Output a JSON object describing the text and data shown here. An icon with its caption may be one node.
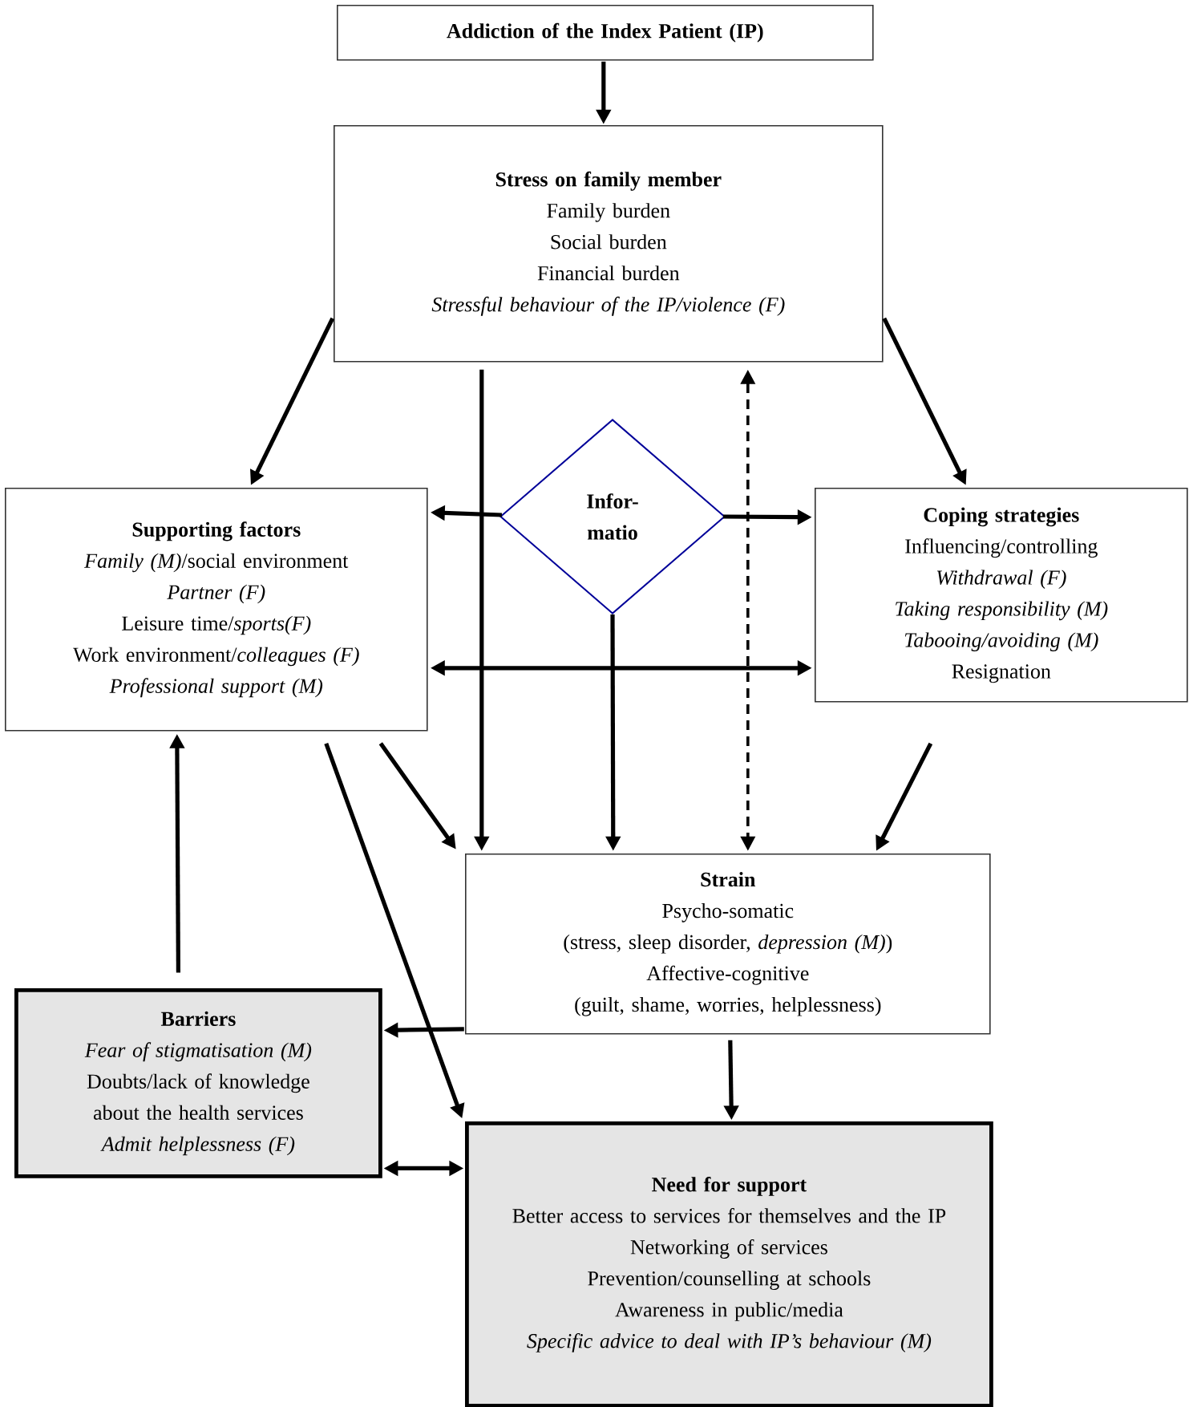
{
  "diagram": {
    "nodes": [
      {
        "text": [
          "Addiction of the Index Patient (IP)"
        ]
      },
      {
        "text": [
          "Stress on family member",
          "Family burden",
          "Social burden",
          "Financial burden",
          "*Stressful behaviour of the IP/violence (F)*"
        ]
      },
      {
        "text": [
          "Supporting factors",
          "*Family (M)*/social environment",
          "*Partner (F)*",
          "Leisure time/*sports(F)*",
          "Work environment/*colleagues (F)*",
          "*Professional support (M)*"
        ]
      },
      {
        "text": [
          "Infor- matio"
        ]
      },
      {
        "text": [
          "Coping strategies",
          "Influencing/controlling",
          "*Withdrawal (F)*",
          "*Taking responsibility (M)*",
          "*Tabooing/avoiding (M)*",
          "Resignation"
        ]
      },
      {
        "text": [
          "Strain",
          "Psycho-somatic",
          "(stress, sleep disorder, *depression (M)*)",
          "Affective-cognitive",
          "(guilt, shame, worries, helplessness)"
        ]
      },
      {
        "text": [
          "Barriers",
          "*Fear of stigmatisation (M)*",
          "Doubts/lack of knowledge about the health services",
          "*Admit helplessness (F)*"
        ]
      },
      {
        "text": [
          "Need for support",
          "Better access to services for themselves and the IP",
          "Networking of services",
          "Prevention/counselling at schools",
          "Awareness in public/media",
          "*Specific advice to deal with IP’s behaviour (M)*"
        ]
      }
    ],
    "edges": [
      {
        "from": 0,
        "to": 1,
        "arrow": "to"
      },
      {
        "from": 1,
        "to": 2,
        "arrow": "to"
      },
      {
        "from": 1,
        "to": 4,
        "arrow": "to"
      },
      {
        "from": 1,
        "to": 5,
        "arrow": "to"
      },
      {
        "from": 1,
        "to": 5,
        "arrow": "both",
        "style": "dashed"
      },
      {
        "from": 3,
        "to": 2,
        "arrow": "to"
      },
      {
        "from": 3,
        "to": 4,
        "arrow": "to"
      },
      {
        "from": 3,
        "to": 5,
        "arrow": "to"
      },
      {
        "from": 2,
        "to": 4,
        "arrow": "both"
      },
      {
        "from": 2,
        "to": 5,
        "arrow": "to"
      },
      {
        "from": 2,
        "to": 7,
        "arrow": "to"
      },
      {
        "from": 4,
        "to": 5,
        "arrow": "to"
      },
      {
        "from": 5,
        "to": 6,
        "arrow": "to"
      },
      {
        "from": 5,
        "to": 7,
        "arrow": "to"
      },
      {
        "from": 6,
        "to": 2,
        "arrow": "to"
      },
      {
        "from": 6,
        "to": 7,
        "arrow": "both"
      }
    ]
  }
}
